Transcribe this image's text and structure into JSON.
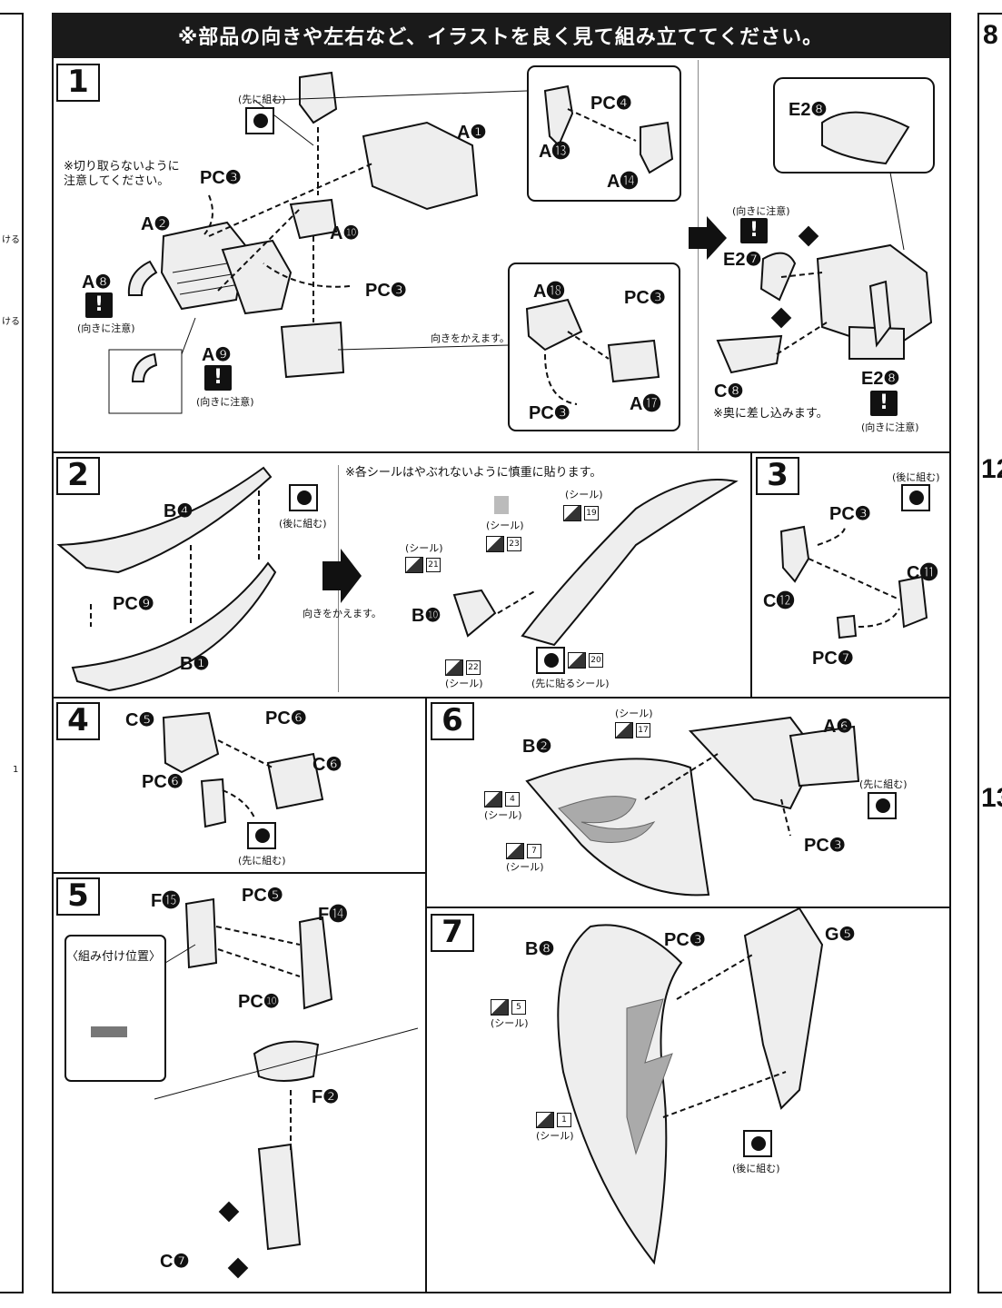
{
  "header": {
    "title": "※部品の向きや左右など、イラストを良く見て組み立ててください。"
  },
  "steps": {
    "s1": {
      "num": "1",
      "labels": {
        "a1": "A❶",
        "a2": "A❷",
        "a8": "A❽",
        "a9": "A❾",
        "a10": "A❿",
        "a13": "A⓭",
        "a14": "A⓮",
        "a17": "A⓱",
        "a18": "A⓲",
        "pcc1": "PC❸",
        "pcc2": "PC❸",
        "pcc3": "PC❸",
        "pcc4": "PC❸",
        "pcd": "PC❹",
        "e27": "E2❼",
        "e28a": "E2❽",
        "e28b": "E2❽",
        "c8": "C❽"
      },
      "notes": {
        "first": "(先に組む)",
        "no_cut": "※切り取らないように\n注意してください。",
        "caution1": "(向きに注意)",
        "caution2": "(向きに注意)",
        "caution3": "(向きに注意)",
        "caution4": "(向きに注意)",
        "turn": "向きをかえます。",
        "insert": "※奥に差し込みます。"
      }
    },
    "s2": {
      "num": "2",
      "labels": {
        "b4": "B❹",
        "b1": "B❶",
        "b10": "B❿",
        "pci": "PC❾"
      },
      "notes": {
        "later": "(後に組む)",
        "stickers_note": "※各シールはやぶれないように慎重に貼ります。",
        "turn": "向きをかえます。",
        "first_sticker": "(先に貼るシール)",
        "seal": "(シール)"
      },
      "stickers": [
        "19",
        "23",
        "21",
        "22",
        "20"
      ]
    },
    "s3": {
      "num": "3",
      "labels": {
        "pcc": "PC❸",
        "c11": "C⓫",
        "c12": "C⓬",
        "pcg": "PC❼"
      },
      "notes": {
        "later": "(後に組む)"
      }
    },
    "s4": {
      "num": "4",
      "labels": {
        "c5": "C❺",
        "c6": "C❻",
        "pcf1": "PC❻",
        "pcf2": "PC❻"
      },
      "notes": {
        "first": "(先に組む)"
      }
    },
    "s5": {
      "num": "5",
      "labels": {
        "f15": "F⓯",
        "f14": "F⓮",
        "f2": "F❷",
        "pce": "PC❺",
        "pcj": "PC❿",
        "c7": "C❼"
      },
      "notes": {
        "position": "〈組み付け位置〉"
      }
    },
    "s6": {
      "num": "6",
      "labels": {
        "b2": "B❷",
        "a6": "A❻",
        "pcc": "PC❸"
      },
      "notes": {
        "first": "(先に組む)",
        "seal": "(シール)"
      },
      "stickers": [
        "17",
        "4",
        "7"
      ]
    },
    "s7": {
      "num": "7",
      "labels": {
        "b8": "B❽",
        "g5": "G❺",
        "pcc": "PC❸"
      },
      "notes": {
        "later": "(後に組む)",
        "seal": "(シール)"
      },
      "stickers": [
        "5",
        "1"
      ]
    }
  },
  "edge": {
    "left": [
      "ける",
      "ける",
      "1"
    ],
    "right": [
      "8",
      "12",
      "13"
    ]
  }
}
